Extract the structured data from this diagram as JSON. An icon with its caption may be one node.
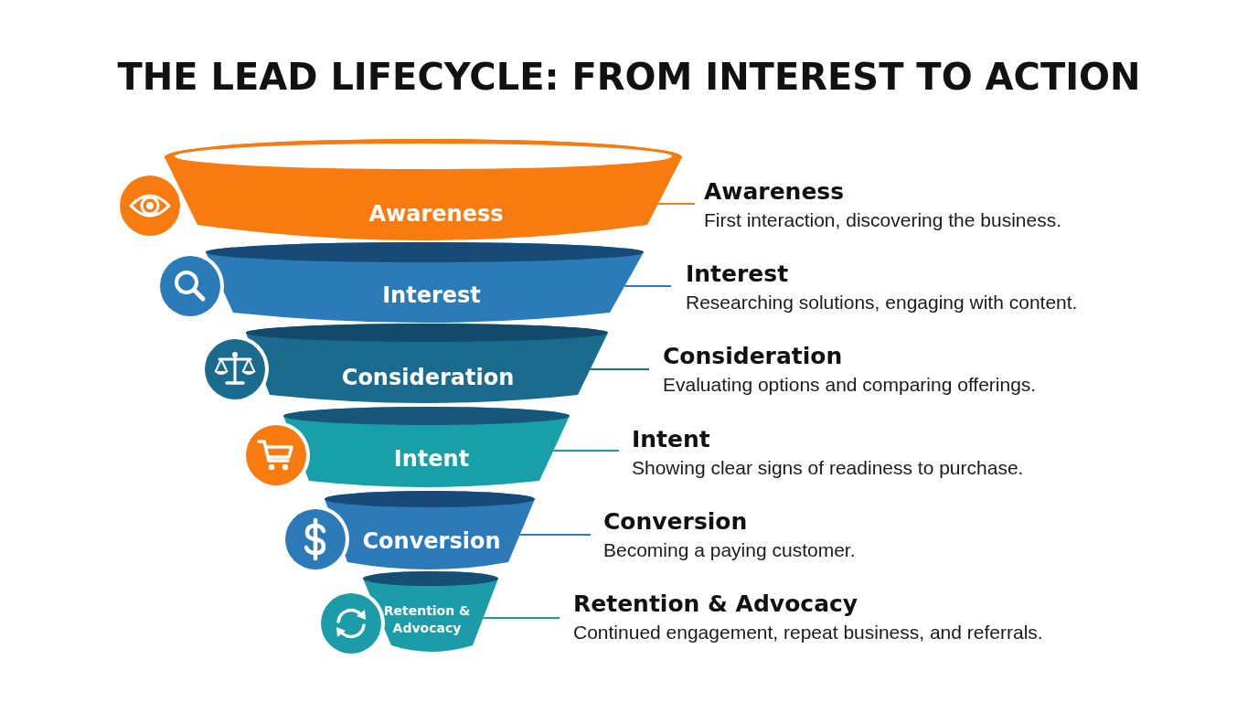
{
  "diagram": {
    "title": "THE LEAD LIFECYCLE: FROM INTEREST TO ACTION",
    "nodes": [
      {
        "text": [
          "Awareness"
        ]
      },
      {
        "text": [
          "Interest"
        ]
      },
      {
        "text": [
          "Consideration"
        ]
      },
      {
        "text": [
          "Intent"
        ]
      },
      {
        "text": [
          "Conversion"
        ]
      },
      {
        "text": [
          "Retention & Advocacy"
        ]
      },
      {
        "text": [
          "Awareness",
          "First interaction, discovering the business."
        ]
      },
      {
        "text": [
          "Interest",
          "Researching solutions, engaging with content."
        ]
      },
      {
        "text": [
          "Consideration",
          "Evaluating options and comparing offerings."
        ]
      },
      {
        "text": [
          "Intent",
          "Showing clear signs of readiness to purchase."
        ]
      },
      {
        "text": [
          "Conversion",
          "Becoming a paying customer."
        ]
      },
      {
        "text": [
          "Retention & Advocacy",
          "Continued engagement, repeat business, and referrals."
        ]
      }
    ],
    "edges": [
      {
        "from": 0,
        "to": 6,
        "arrow": "none",
        "color": "#f57c1f"
      },
      {
        "from": 1,
        "to": 7,
        "arrow": "none",
        "color": "#2b7bb9"
      },
      {
        "from": 2,
        "to": 8,
        "arrow": "none",
        "color": "#1d6f8f"
      },
      {
        "from": 3,
        "to": 9,
        "arrow": "none",
        "color": "#1b9aa6"
      },
      {
        "from": 4,
        "to": 10,
        "arrow": "none",
        "color": "#2a80b5"
      },
      {
        "from": 5,
        "to": 11,
        "arrow": "none",
        "color": "#1b9aa6"
      }
    ]
  }
}
